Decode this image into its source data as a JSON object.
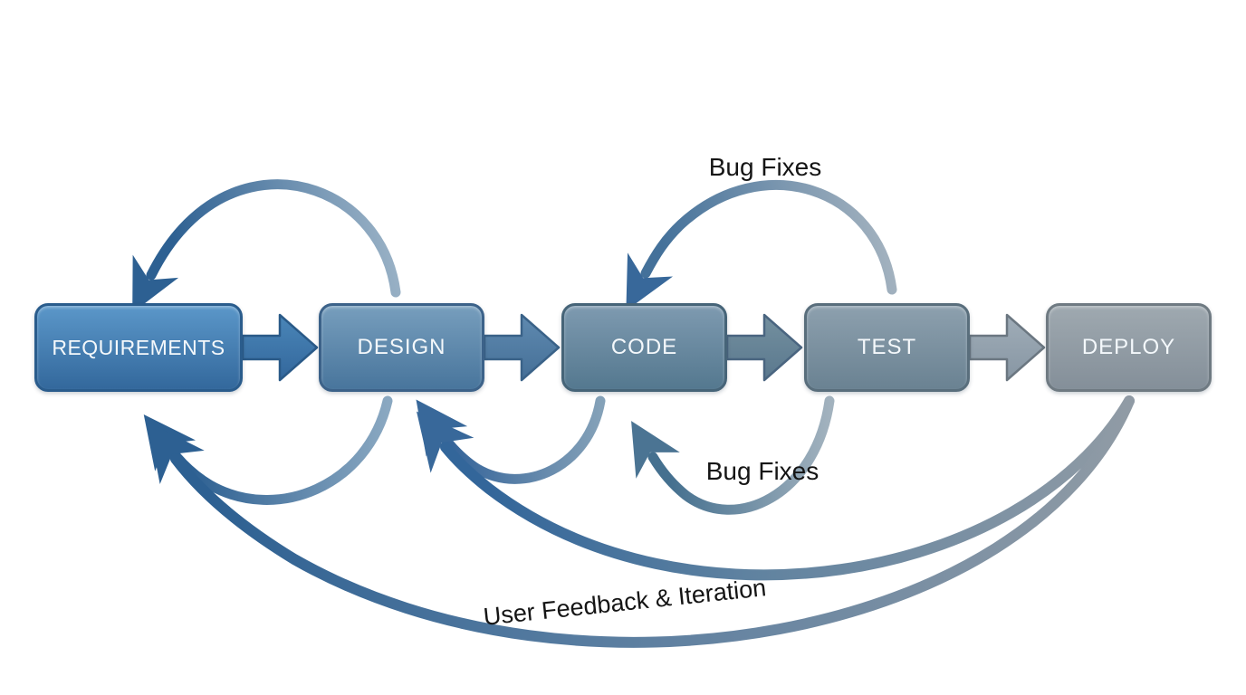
{
  "diagram": {
    "stages": [
      {
        "label": "REQUIREMENTS",
        "fill_top": "#5b97c9",
        "fill_bottom": "#33689c",
        "border": "#2a5c8c"
      },
      {
        "label": "DESIGN",
        "fill_top": "#779ebd",
        "fill_bottom": "#48759c",
        "border": "#3c6289"
      },
      {
        "label": "CODE",
        "fill_top": "#7e9ab0",
        "fill_bottom": "#54788f",
        "border": "#466478"
      },
      {
        "label": "TEST",
        "fill_top": "#8da0ae",
        "fill_bottom": "#6a8292",
        "border": "#596e7c"
      },
      {
        "label": "DEPLOY",
        "fill_top": "#9fa9b0",
        "fill_bottom": "#848f99",
        "border": "#6f7a82"
      }
    ],
    "labels": {
      "bug_fixes_top": "Bug Fixes",
      "bug_fixes_bottom": "Bug Fixes",
      "user_feedback": "User Feedback & Iteration"
    },
    "edges": [
      {
        "from": "REQUIREMENTS",
        "to": "DESIGN",
        "type": "forward",
        "label": ""
      },
      {
        "from": "DESIGN",
        "to": "CODE",
        "type": "forward",
        "label": ""
      },
      {
        "from": "CODE",
        "to": "TEST",
        "type": "forward",
        "label": ""
      },
      {
        "from": "TEST",
        "to": "DEPLOY",
        "type": "forward",
        "label": ""
      },
      {
        "from": "DESIGN",
        "to": "REQUIREMENTS",
        "type": "feedback-top",
        "label": ""
      },
      {
        "from": "TEST",
        "to": "CODE",
        "type": "feedback-top",
        "label": "Bug Fixes"
      },
      {
        "from": "DESIGN",
        "to": "REQUIREMENTS",
        "type": "feedback-bottom",
        "label": ""
      },
      {
        "from": "CODE",
        "to": "DESIGN",
        "type": "feedback-bottom",
        "label": ""
      },
      {
        "from": "TEST",
        "to": "CODE",
        "type": "feedback-bottom",
        "label": "Bug Fixes"
      },
      {
        "from": "DEPLOY",
        "to": "DESIGN",
        "type": "feedback-long",
        "label": ""
      },
      {
        "from": "DEPLOY",
        "to": "REQUIREMENTS",
        "type": "feedback-long",
        "label": "User Feedback & Iteration"
      }
    ],
    "colors": {
      "text_on_box": "#f4f8fb",
      "label_text": "#151515",
      "arrow_req_design": "#3e78ac",
      "arrow_design_code": "#4f7ba3",
      "arrow_code_test": "#66829d",
      "arrow_test_deploy": "#97a5b1",
      "arc_head_dark_blue": "#2d6092",
      "arc_head_steel": "#38689a",
      "arc_head_gray_blue": "#4b7493",
      "arc_tail_gray": "#909ba5",
      "background": "#ffffff"
    }
  }
}
